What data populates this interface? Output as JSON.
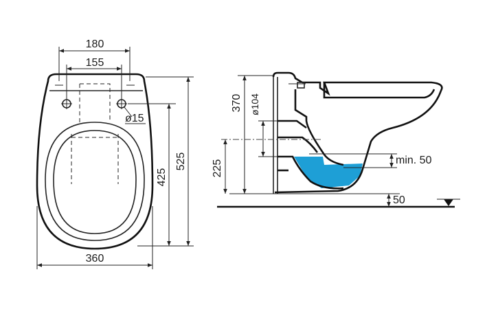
{
  "dimensions": {
    "top_width": "180",
    "hole_spacing": "155",
    "hole_diameter": "ø15",
    "total_length": "525",
    "hole_to_front": "425",
    "bottom_width": "360",
    "height_total": "370",
    "outlet_diameter": "ø104",
    "outlet_height": "225",
    "water_min": "min. 50",
    "floor_offset": "50"
  },
  "colors": {
    "water": "#1e9fd6",
    "line": "#111111"
  }
}
